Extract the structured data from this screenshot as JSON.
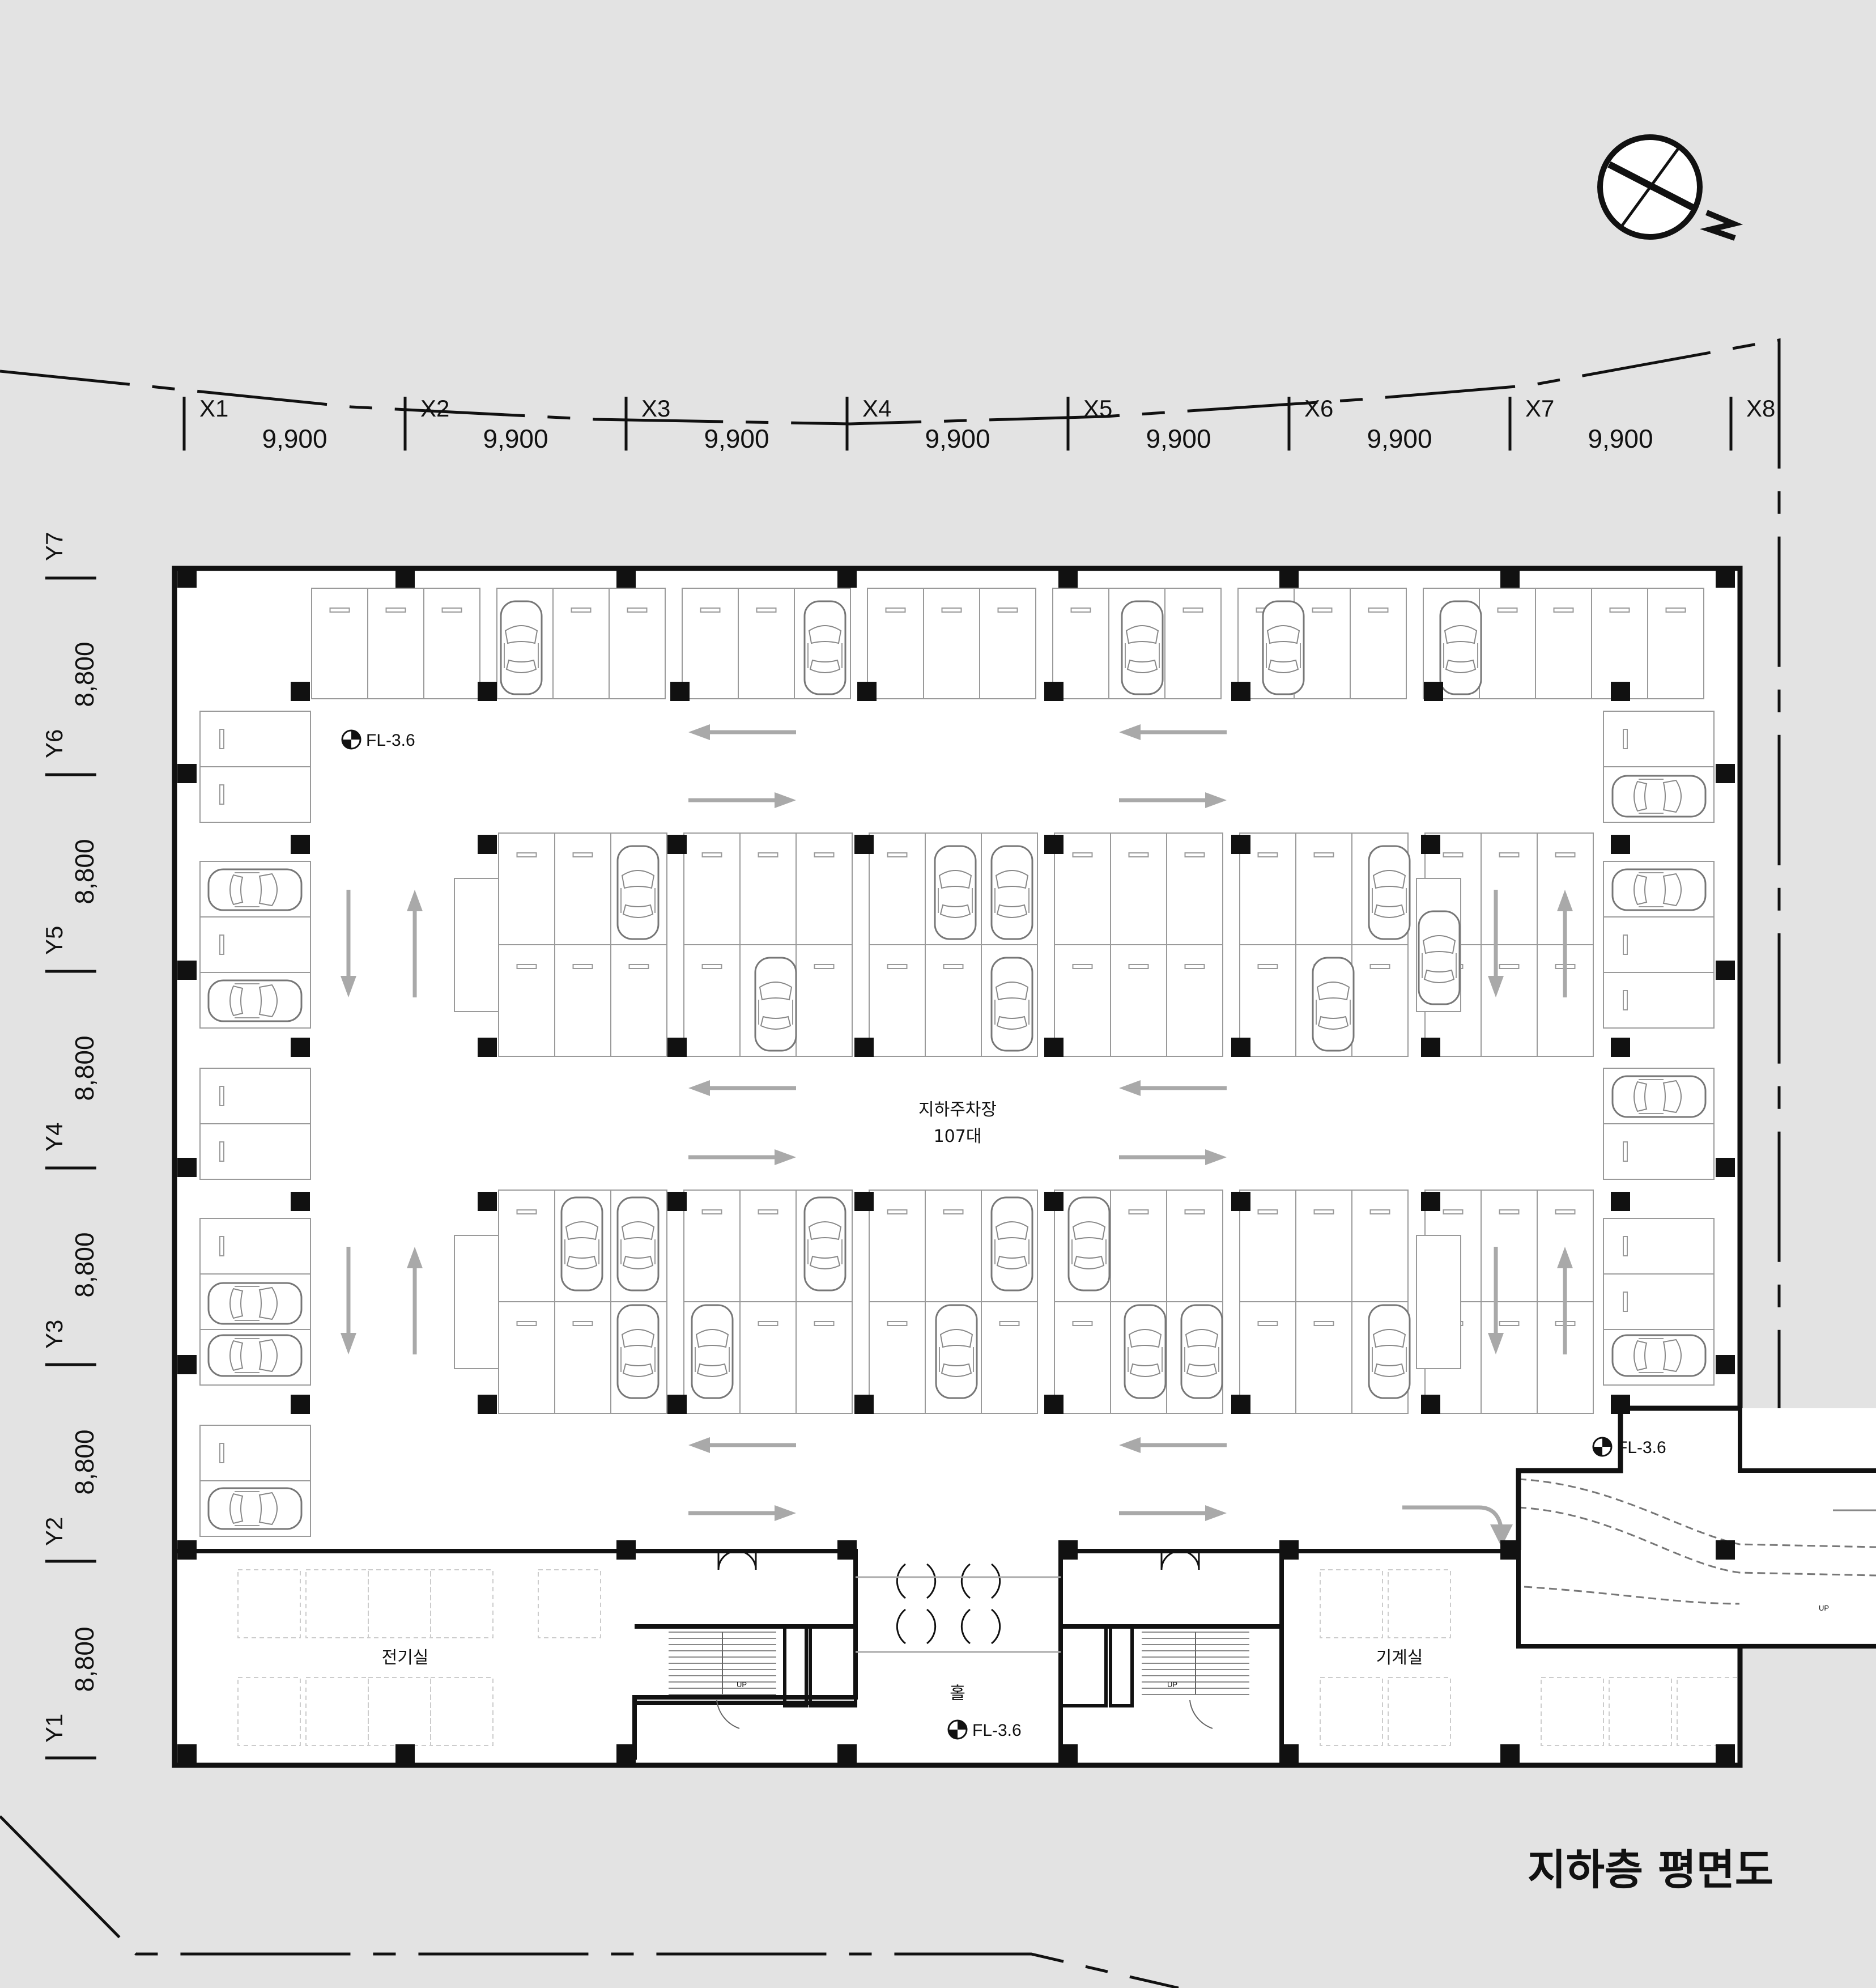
{
  "drawing": {
    "title": "지하층 평면도",
    "parking_label": "지하주차장",
    "parking_count": "107대",
    "level_marks": [
      "FL-3.6",
      "FL-3.6",
      "FL-3.6"
    ],
    "up_label": "UP",
    "north_label": "N"
  },
  "grid_x": {
    "labels": [
      "X1",
      "X2",
      "X3",
      "X4",
      "X5",
      "X6",
      "X7",
      "X8"
    ],
    "spacings": [
      "9,900",
      "9,900",
      "9,900",
      "9,900",
      "9,900",
      "9,900",
      "9,900"
    ]
  },
  "grid_y": {
    "labels": [
      "Y7",
      "Y6",
      "Y5",
      "Y4",
      "Y3",
      "Y2",
      "Y1"
    ],
    "spacings": [
      "8,800",
      "8,800",
      "8,800",
      "8,800",
      "8,800",
      "8,800"
    ]
  },
  "rooms": {
    "electrical": "전기실",
    "hall": "홀",
    "mechanical": "기계실"
  },
  "colors": {
    "background": "#e3e3e3",
    "floor": "#ffffff",
    "wall": "#111111",
    "arrow": "#a9a9a9",
    "stall_line": "#9a9a9a"
  }
}
